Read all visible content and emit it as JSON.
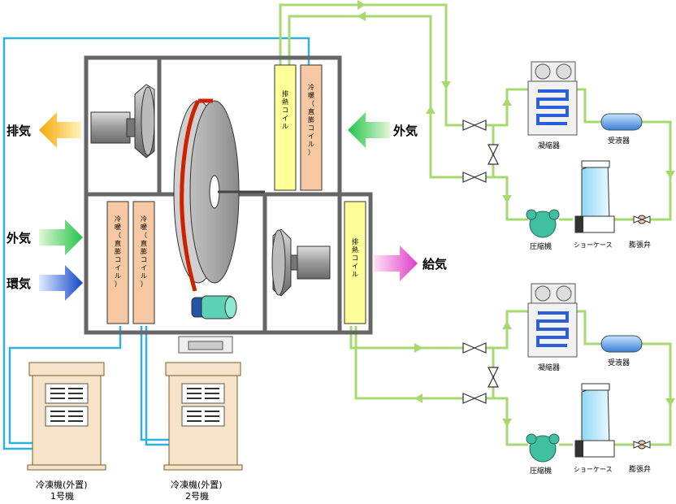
{
  "labels": {
    "exhaust_left": "排気",
    "outside_air_right": "外気",
    "outside_air_left": "外気",
    "return_air": "環気",
    "supply_air": "給気",
    "condenser_top": "凝縮器",
    "receiver_top": "受液器",
    "compressor_top": "圧縮機",
    "showcase_top": "ショーケース",
    "expansion_valve_top": "膨張弁",
    "condenser_bottom": "凝縮器",
    "receiver_bottom": "受液器",
    "compressor_bottom": "圧縮機",
    "showcase_bottom": "ショーケース",
    "expansion_valve_bottom": "膨張弁",
    "chiller1_line1": "冷凍機(外置)",
    "chiller1_line2": "1号機",
    "chiller2_line1": "冷凍機(外置)",
    "chiller2_line2": "2号機"
  },
  "coils": {
    "upper_exhaust": [
      "排",
      "熱",
      "コ",
      "イ",
      "ル"
    ],
    "upper_cooling": [
      "冷",
      "暖",
      "（",
      "直",
      "膨",
      "コ",
      "イ",
      "ル",
      "）"
    ],
    "lower_cooling_1": [
      "冷",
      "暖",
      "（",
      "直",
      "膨",
      "コ",
      "イ",
      "ル",
      "）"
    ],
    "lower_cooling_2": [
      "冷",
      "暖",
      "（",
      "直",
      "膨",
      "コ",
      "イ",
      "ル",
      "）"
    ],
    "lower_exhaust": [
      "排",
      "熱",
      "コ",
      "イ",
      "ル"
    ]
  },
  "colors": {
    "pipe_green": "#a8d870",
    "pipe_blue": "#30b0e0",
    "wall_gray": "#666666",
    "coil_yellow": "#ffff99",
    "coil_peach": "#f7c9a3",
    "belt_red": "#cc2200"
  }
}
